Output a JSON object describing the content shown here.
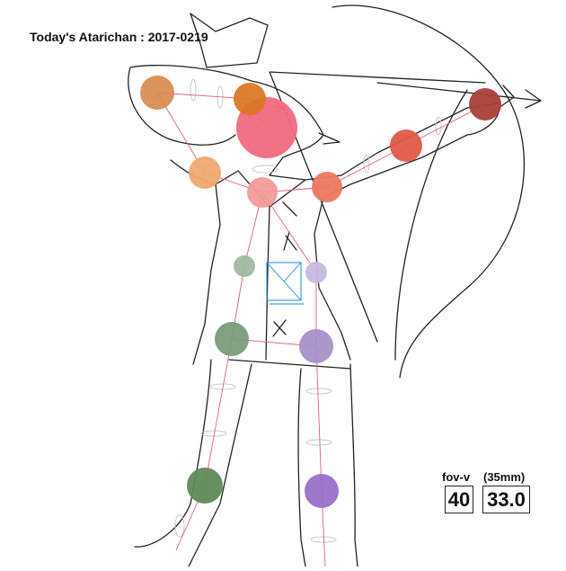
{
  "title": "Today's Atarichan : 2017-0219",
  "camera": {
    "fov_label": "fov-v",
    "fov_value": "40",
    "focal_label": "(35mm)",
    "focal_value": "33.0"
  },
  "colors": {
    "head": "#f06a80",
    "left_arm": [
      "#d9884a",
      "#e8a060",
      "#f0a870"
    ],
    "right_arm": [
      "#ee7860",
      "#e05a48",
      "#a84038"
    ],
    "hips_left": "#7a9c7a",
    "hips_right": "#a890c8",
    "legs_left": "#5e8a5a",
    "legs_right": "#9870c8",
    "gizmo": "#1a8ad8",
    "bones": "#e0607a"
  }
}
